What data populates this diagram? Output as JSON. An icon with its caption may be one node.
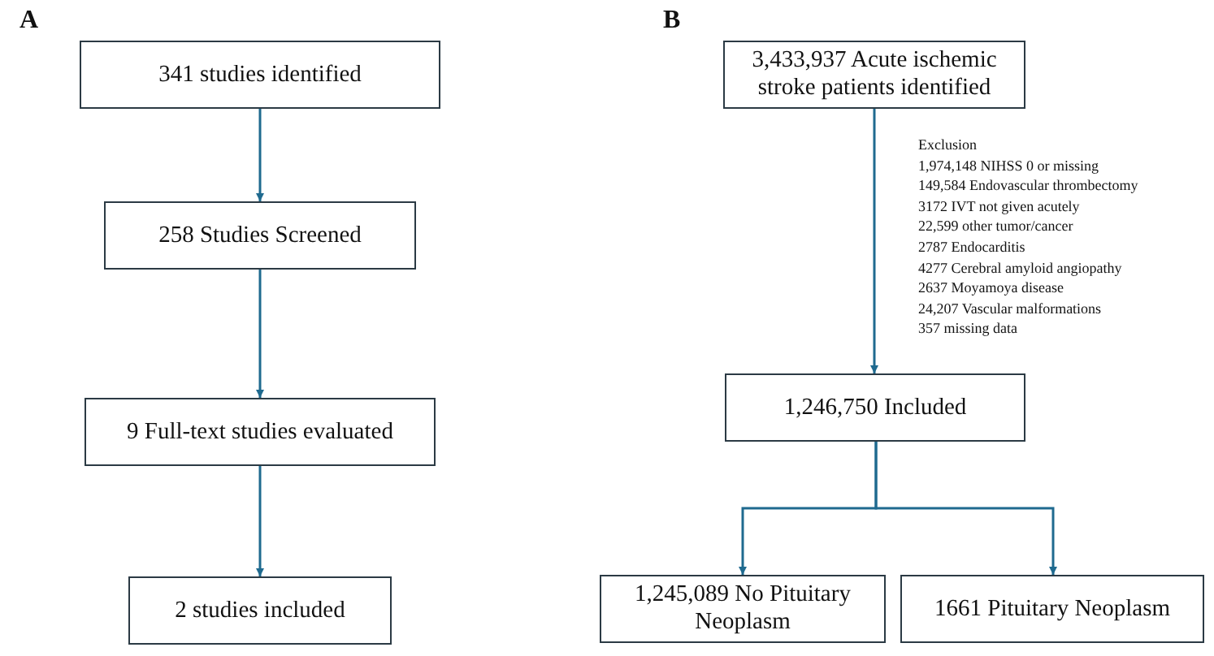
{
  "diagram": {
    "nodes": [
      {
        "text": [
          "341 studies identified"
        ]
      },
      {
        "text": [
          "258 Studies Screened"
        ]
      },
      {
        "text": [
          "9 Full-text studies evaluated"
        ]
      },
      {
        "text": [
          "2 studies included"
        ]
      },
      {
        "text": [
          "3,433,937 Acute ischemic stroke patients identified"
        ]
      },
      {
        "text": [
          "1,246,750 Included"
        ]
      },
      {
        "text": [
          "1,245,089 No Pituitary Neoplasm"
        ]
      },
      {
        "text": [
          "1661 Pituitary Neoplasm"
        ]
      }
    ],
    "edges": [
      {
        "from": 0,
        "to": 1,
        "arrow": "to"
      },
      {
        "from": 1,
        "to": 2,
        "arrow": "to"
      },
      {
        "from": 2,
        "to": 3,
        "arrow": "to"
      },
      {
        "from": 4,
        "to": 5,
        "arrow": "to"
      },
      {
        "from": 5,
        "to": 6,
        "arrow": "to"
      },
      {
        "from": 5,
        "to": 7,
        "arrow": "to"
      }
    ],
    "labels": [
      "A",
      "B",
      "Exclusion",
      "1,974,148 NIHSS 0 or missing",
      "149,584 Endovascular thrombectomy",
      "3172 IVT not given acutely",
      "22,599 other tumor/cancer",
      "2787 Endocarditis",
      "4277 Cerebral amyloid angiopathy",
      "2637 Moyamoya disease",
      "24,207 Vascular malformations",
      "357 missing data"
    ]
  }
}
